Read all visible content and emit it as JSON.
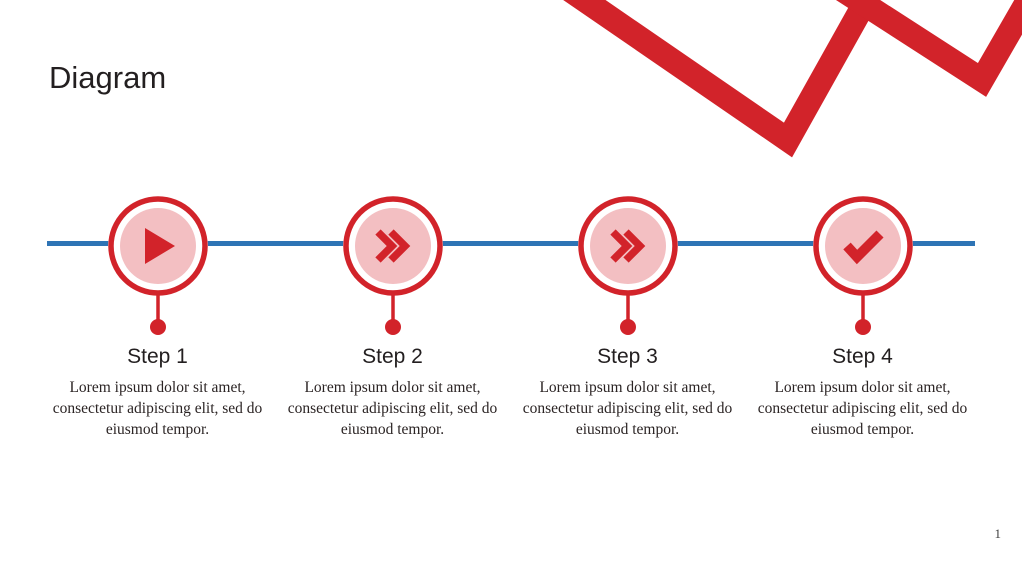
{
  "slide": {
    "title": "Diagram",
    "page_number": "1"
  },
  "colors": {
    "accent_red": "#d2232a",
    "accent_red_light": "#f3bfc2",
    "timeline_blue": "#2e74b5",
    "heading_text": "#231f20",
    "body_text": "#2b2424",
    "background": "#ffffff"
  },
  "decoration": "two overlapping red check-mark zigzag strokes, top-right corner",
  "timeline": {
    "steps": [
      {
        "label": "Step 1",
        "description": "Lorem ipsum dolor sit amet, consectetur adipiscing elit, sed do eiusmod tempor.",
        "icon": "play-icon"
      },
      {
        "label": "Step 2",
        "description": "Lorem ipsum dolor sit amet, consectetur adipiscing elit, sed do eiusmod tempor.",
        "icon": "double-chevron-right-icon"
      },
      {
        "label": "Step 3",
        "description": "Lorem ipsum dolor sit amet, consectetur adipiscing elit, sed do eiusmod tempor.",
        "icon": "double-chevron-right-icon"
      },
      {
        "label": "Step 4",
        "description": "Lorem ipsum dolor sit amet, consectetur adipiscing elit, sed do eiusmod tempor.",
        "icon": "check-icon"
      }
    ]
  }
}
